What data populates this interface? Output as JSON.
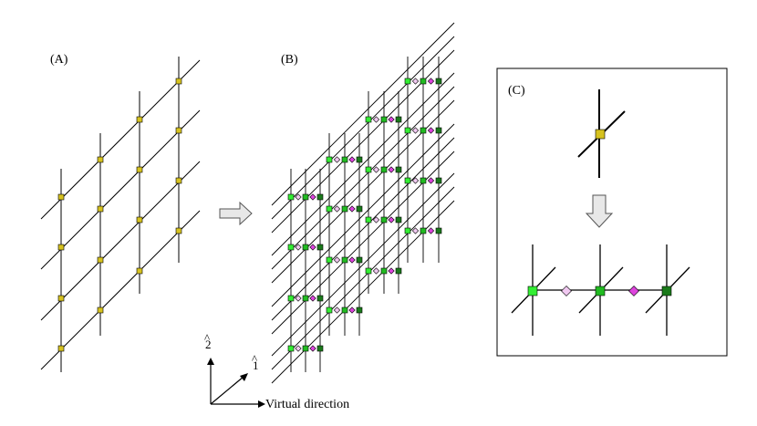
{
  "panels": {
    "a": {
      "label": "(A)"
    },
    "b": {
      "label": "(B)"
    },
    "c": {
      "label": "(C)"
    }
  },
  "axes": {
    "axis_2": "2",
    "axis_1": "1",
    "virtual_direction": "Virtual direction"
  },
  "colors": {
    "line": "#000000",
    "site_yellow": "#d6c21f",
    "light_green": "#33ee33",
    "mid_green": "#22bb22",
    "dark_green": "#1a7a1a",
    "diamond_light": "#f0c8f0",
    "diamond_magenta": "#dd44dd",
    "arrow_fill": "#e8e8e8",
    "arrow_stroke": "#555555"
  }
}
